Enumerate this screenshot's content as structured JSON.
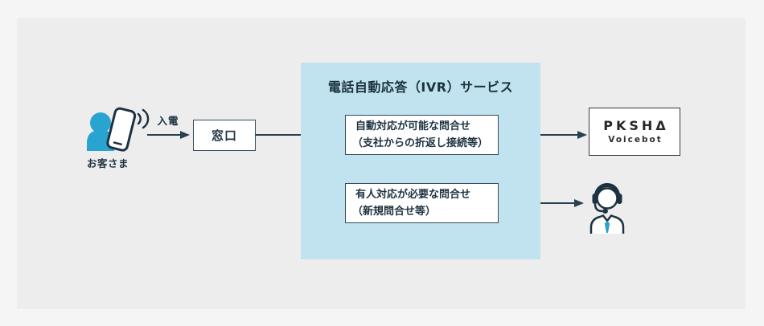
{
  "colors": {
    "page_bg": "#f5f5f6",
    "card_bg": "#ededee",
    "panel_bg": "#c0e3ef",
    "ink": "#1d3240",
    "connector_line": "#26414f",
    "accent_blue": "#29a4d1",
    "node_bg": "#ffffff",
    "logo_ink": "#262626"
  },
  "customer": {
    "label": "お客さま",
    "icon": "person-with-smartphone-icon"
  },
  "incoming_call": {
    "label": "入電"
  },
  "reception": {
    "label": "窓口"
  },
  "ivr": {
    "title": "電話自動応答（IVR）サービス",
    "auto_box": {
      "line1": "自動対応が可能な問合せ",
      "line2": "（支社からの折返し接続等）"
    },
    "human_box": {
      "line1": "有人対応が必要な問合せ",
      "line2": "（新規問合せ等）"
    }
  },
  "voicebot": {
    "brand": "PKSHΔ",
    "product": "Voicebot"
  },
  "operator": {
    "icon": "operator-headset-icon"
  }
}
